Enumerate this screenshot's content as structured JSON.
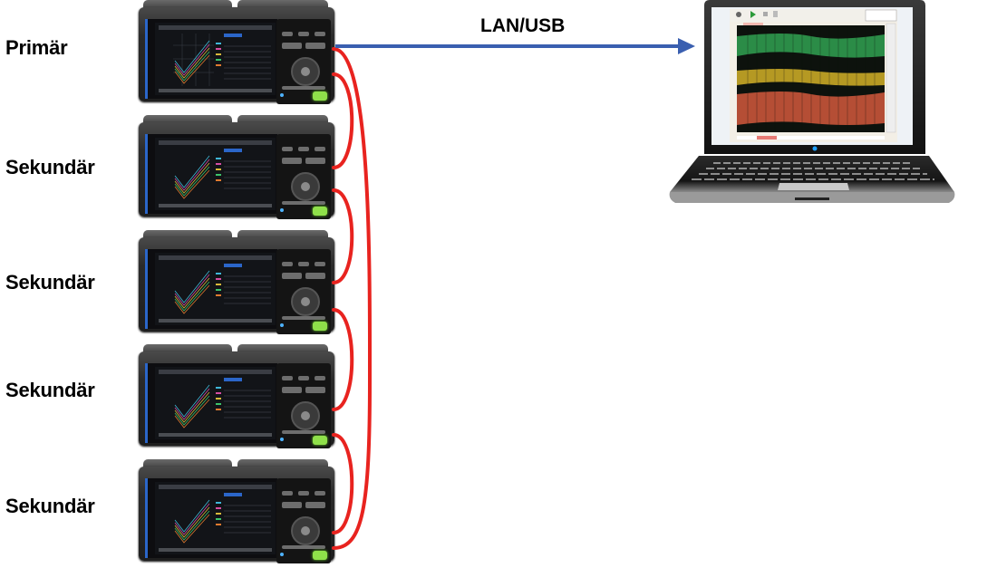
{
  "diagram": {
    "type": "connection-topology",
    "nodes": [
      {
        "id": "device-1",
        "label": "Primär",
        "role": "primary"
      },
      {
        "id": "device-2",
        "label": "Sekundär",
        "role": "secondary"
      },
      {
        "id": "device-3",
        "label": "Sekundär",
        "role": "secondary"
      },
      {
        "id": "device-4",
        "label": "Sekundär",
        "role": "secondary"
      },
      {
        "id": "device-5",
        "label": "Sekundär",
        "role": "secondary"
      },
      {
        "id": "pc",
        "label": "",
        "role": "laptop"
      }
    ],
    "edges": [
      {
        "from": "device-1",
        "to": "pc",
        "label": "LAN/USB",
        "color": "#3a5fb0",
        "directed": true
      },
      {
        "from": "device-1",
        "to": "device-2",
        "color": "#e8231f"
      },
      {
        "from": "device-2",
        "to": "device-3",
        "color": "#e8231f"
      },
      {
        "from": "device-3",
        "to": "device-4",
        "color": "#e8231f"
      },
      {
        "from": "device-4",
        "to": "device-5",
        "color": "#e8231f"
      },
      {
        "from": "device-1",
        "to": "device-5",
        "color": "#e8231f"
      }
    ]
  },
  "labels": {
    "primary": "Primär",
    "secondary_1": "Sekundär",
    "secondary_2": "Sekundär",
    "secondary_3": "Sekundär",
    "secondary_4": "Sekundär",
    "link": "LAN/USB"
  },
  "colors": {
    "link_arrow": "#3a5fb0",
    "sync_cable": "#e8231f",
    "device_accent": "#2b66c9",
    "start_button": "#8fe04a"
  }
}
